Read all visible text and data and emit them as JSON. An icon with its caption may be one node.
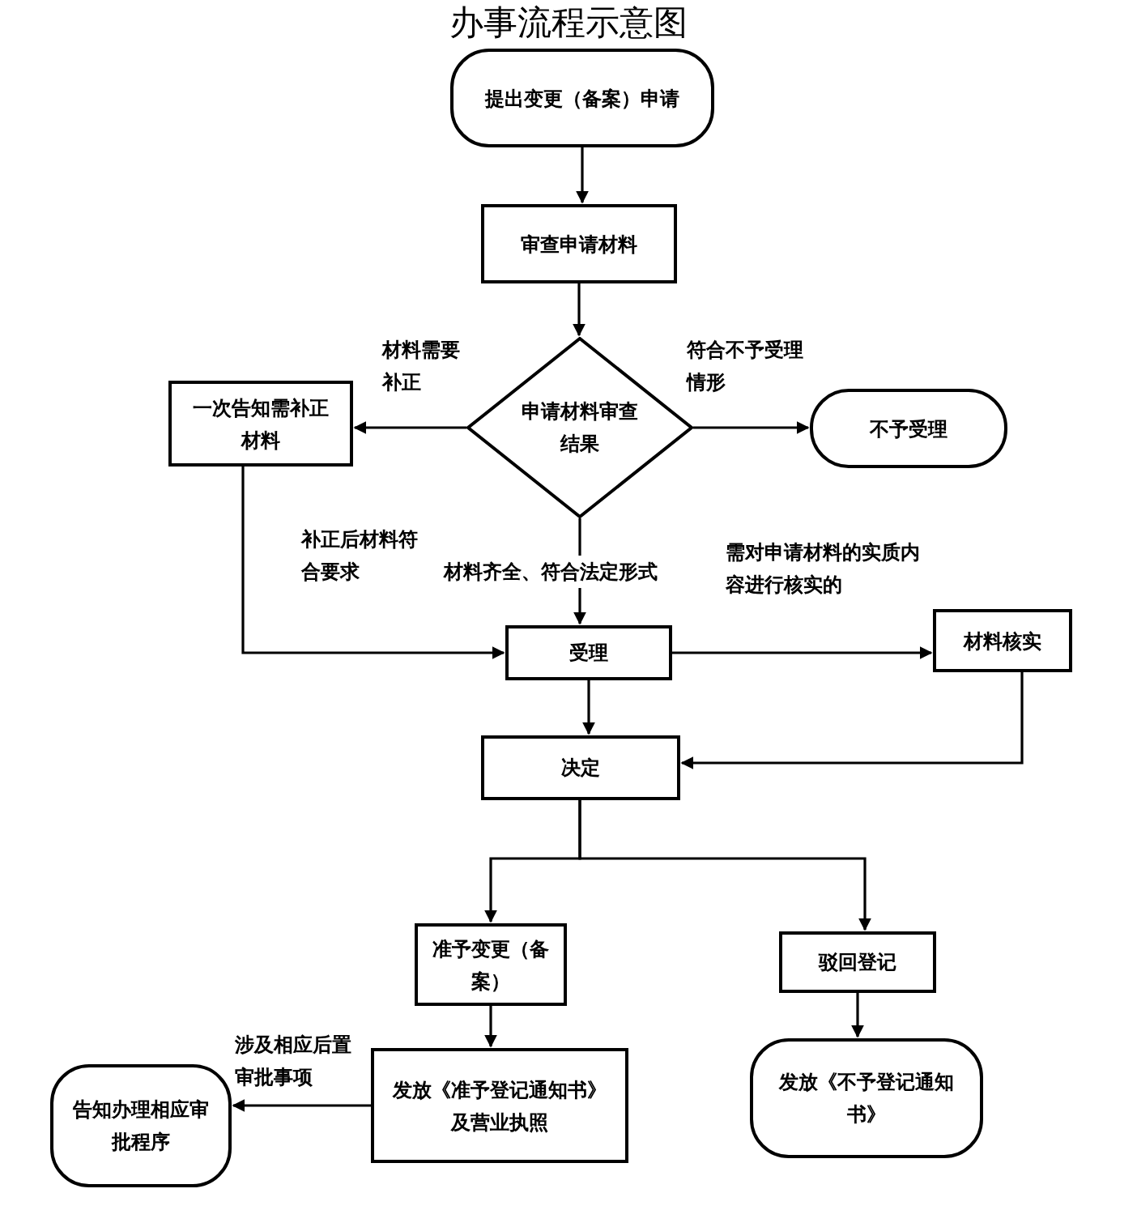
{
  "diagram": {
    "title": "办事流程示意图",
    "nodes": [
      {
        "text": [
          "提出变更（备案）申请"
        ]
      },
      {
        "text": [
          "审查申请材料"
        ]
      },
      {
        "text": [
          "申请材料审查结果"
        ]
      },
      {
        "text": [
          "一次告知需补正材料"
        ]
      },
      {
        "text": [
          "不予受理"
        ]
      },
      {
        "text": [
          "受理"
        ]
      },
      {
        "text": [
          "材料核实"
        ]
      },
      {
        "text": [
          "决定"
        ]
      },
      {
        "text": [
          "准予变更（备案）"
        ]
      },
      {
        "text": [
          "驳回登记"
        ]
      },
      {
        "text": [
          "发放《准予登记通知书》及营业执照"
        ]
      },
      {
        "text": [
          "发放《不予登记通知书》"
        ]
      },
      {
        "text": [
          "告知办理相应审批程序"
        ]
      }
    ],
    "edges": [
      {
        "from": 0,
        "to": 1,
        "arrow": "to"
      },
      {
        "from": 1,
        "to": 2,
        "arrow": "to"
      },
      {
        "from": 2,
        "to": 3,
        "arrow": "to",
        "label": "材料需要补正"
      },
      {
        "from": 2,
        "to": 4,
        "arrow": "to",
        "label": "符合不予受理情形"
      },
      {
        "from": 2,
        "to": 5,
        "arrow": "to",
        "label": "材料齐全、符合法定形式"
      },
      {
        "from": 3,
        "to": 5,
        "arrow": "to",
        "label": "补正后材料符合要求"
      },
      {
        "from": 5,
        "to": 6,
        "arrow": "to",
        "label": "需对申请材料的实质内容进行核实的"
      },
      {
        "from": 5,
        "to": 7,
        "arrow": "to"
      },
      {
        "from": 6,
        "to": 7,
        "arrow": "to"
      },
      {
        "from": 7,
        "to": 8,
        "arrow": "to"
      },
      {
        "from": 7,
        "to": 9,
        "arrow": "to"
      },
      {
        "from": 8,
        "to": 10,
        "arrow": "to"
      },
      {
        "from": 9,
        "to": 11,
        "arrow": "to"
      },
      {
        "from": 10,
        "to": 12,
        "arrow": "to",
        "label": "涉及相应后置审批事项"
      }
    ]
  }
}
